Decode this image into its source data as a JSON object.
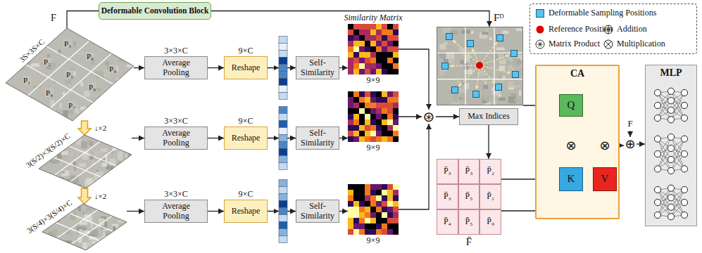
{
  "diagram": {
    "nodes": [
      {
        "text": [
          "Deformable Convolution Block"
        ]
      },
      {
        "text": [
          "3S×3S×C"
        ]
      },
      {
        "text": [
          "3×3×C",
          "Average Pooling"
        ]
      },
      {
        "text": [
          "9×C",
          "Reshape"
        ]
      },
      {
        "text": [
          "Self-Similarity"
        ]
      },
      {
        "text": [
          "Similarity Matrix",
          "9×9"
        ]
      },
      {
        "text": [
          "3(S/2)×3(S/2)×C"
        ]
      },
      {
        "text": [
          "3×3×C",
          "Average Pooling"
        ]
      },
      {
        "text": [
          "9×C",
          "Reshape"
        ]
      },
      {
        "text": [
          "Self-Similarity"
        ]
      },
      {
        "text": [
          "9×9"
        ]
      },
      {
        "text": [
          "3(S/4)×3(S/4)×C"
        ]
      },
      {
        "text": [
          "3×3×C",
          "Average Pooling"
        ]
      },
      {
        "text": [
          "9×C",
          "Reshape"
        ]
      },
      {
        "text": [
          "Self-Similarity"
        ]
      },
      {
        "text": [
          "9×9"
        ]
      },
      {
        "text": [
          "⊛"
        ]
      },
      {
        "text": [
          "Fᴰ"
        ]
      },
      {
        "text": [
          "Max Indices"
        ]
      },
      {
        "text": [
          "F̄"
        ]
      },
      {
        "text": [
          "P̄₃"
        ],
        "in": 19
      },
      {
        "text": [
          "P̄₃"
        ],
        "in": 19
      },
      {
        "text": [
          "P̄₂"
        ],
        "in": 19
      },
      {
        "text": [
          "P̄₃"
        ],
        "in": 19
      },
      {
        "text": [
          "P̄₅"
        ],
        "in": 19
      },
      {
        "text": [
          "P̄₁"
        ],
        "in": 19
      },
      {
        "text": [
          "P̄₄"
        ],
        "in": 19
      },
      {
        "text": [
          "P̄₅"
        ],
        "in": 19
      },
      {
        "text": [
          "P̄₉"
        ],
        "in": 19
      },
      {
        "text": [
          "CA"
        ]
      },
      {
        "text": [
          "Q"
        ],
        "in": 29
      },
      {
        "text": [
          "K"
        ],
        "in": 29
      },
      {
        "text": [
          "V"
        ],
        "in": 29
      },
      {
        "text": [
          "⊗"
        ],
        "in": 29
      },
      {
        "text": [
          "⊗"
        ],
        "in": 29
      },
      {
        "text": [
          "⊕"
        ]
      },
      {
        "text": [
          "MLP"
        ]
      }
    ],
    "edges": [
      {
        "from": 1,
        "to": 2,
        "arrow": "to"
      },
      {
        "from": 2,
        "to": 3,
        "arrow": "to"
      },
      {
        "from": 3,
        "to": 4,
        "arrow": "to"
      },
      {
        "from": 4,
        "to": 5,
        "arrow": "to"
      },
      {
        "from": 6,
        "to": 7,
        "arrow": "to"
      },
      {
        "from": 7,
        "to": 8,
        "arrow": "to"
      },
      {
        "from": 8,
        "to": 9,
        "arrow": "to"
      },
      {
        "from": 9,
        "to": 10,
        "arrow": "to"
      },
      {
        "from": 11,
        "to": 12,
        "arrow": "to"
      },
      {
        "from": 12,
        "to": 13,
        "arrow": "to"
      },
      {
        "from": 13,
        "to": 14,
        "arrow": "to"
      },
      {
        "from": 14,
        "to": 15,
        "arrow": "to"
      },
      {
        "from": 1,
        "to": 6,
        "label": "↓×2",
        "arrow": "to"
      },
      {
        "from": 6,
        "to": 11,
        "label": "↓×2",
        "arrow": "to"
      },
      {
        "from": 1,
        "to": 0,
        "arrow": "none"
      },
      {
        "from": 0,
        "to": 17,
        "arrow": "to"
      },
      {
        "from": 5,
        "to": 16,
        "arrow": "to"
      },
      {
        "from": 10,
        "to": 16,
        "arrow": "to"
      },
      {
        "from": 15,
        "to": 16,
        "arrow": "to"
      },
      {
        "from": 16,
        "to": 18,
        "arrow": "to"
      },
      {
        "from": 18,
        "to": 19,
        "arrow": "to"
      },
      {
        "from": 17,
        "to": 30,
        "arrow": "to"
      },
      {
        "from": 19,
        "to": 31,
        "arrow": "to"
      },
      {
        "from": 19,
        "to": 32,
        "arrow": "to"
      },
      {
        "from": 30,
        "to": 33,
        "arrow": "to"
      },
      {
        "from": 31,
        "to": 33,
        "arrow": "to"
      },
      {
        "from": 33,
        "to": 34,
        "arrow": "to"
      },
      {
        "from": 32,
        "to": 34,
        "arrow": "to"
      },
      {
        "from": 34,
        "to": 35,
        "arrow": "to"
      },
      {
        "from": 35,
        "to": 36,
        "arrow": "to"
      }
    ],
    "labels": [
      "F",
      "P₁",
      "P₂",
      "P₃",
      "P₄",
      "P₅",
      "P₆",
      "P₇",
      "P₈",
      "P₉",
      "F"
    ],
    "legend": [
      {
        "text": "Deformable Sampling Positions",
        "color": "#58c4ee"
      },
      {
        "text": "Reference Position",
        "color": "#e00000"
      },
      {
        "text": "Addition"
      },
      {
        "text": "Matrix Product"
      },
      {
        "text": "Multiplication"
      }
    ]
  }
}
